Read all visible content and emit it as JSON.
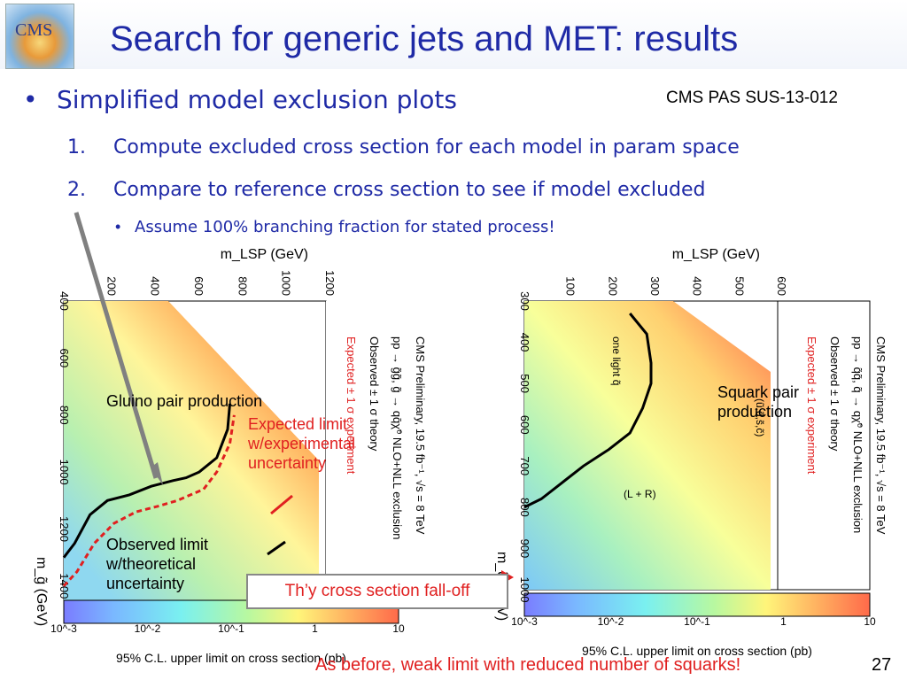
{
  "header": {
    "logo_text": "CMS",
    "title": "Search for generic jets and MET: results"
  },
  "reference": "CMS PAS SUS-13-012",
  "bullets": {
    "main": "Simplified model exclusion plots",
    "numbered": [
      {
        "num": "1.",
        "text": "Compute excluded cross section for each model in param space"
      },
      {
        "num": "2.",
        "text": "Compare to reference cross section to see if model excluded"
      }
    ],
    "sub": "Assume 100% branching fraction for stated process!"
  },
  "annotations": {
    "gluino": "Gluino pair production",
    "squark": "Squark pair production",
    "expected": "Expected limit w/experimental uncertainty",
    "observed": "Observed limit w/theoretical uncertainty",
    "falloff": "Th’y cross section fall-off",
    "weak": "As before, weak limit with reduced number of squarks!"
  },
  "page_number": "27",
  "colors": {
    "title": "#1f2aa6",
    "annotation_red": "#e02020",
    "expected_line": "#e02020",
    "observed_line": "#000000"
  },
  "chart_data": [
    {
      "type": "heatmap",
      "xlabel": "m_g̃ (GeV)",
      "ylabel": "m_LSP (GeV)",
      "xlim": [
        400,
        1450
      ],
      "ylim": [
        0,
        1200
      ],
      "x_ticks": [
        "400",
        "600",
        "800",
        "1000",
        "1200",
        "1400"
      ],
      "y_ticks": [
        "200",
        "400",
        "600",
        "800",
        "1000",
        "1200"
      ],
      "colorbar": {
        "label": "95% C.L. upper limit on cross section (pb)",
        "ticks": [
          "10^-3",
          "10^-2",
          "10^-1",
          "1",
          "10"
        ]
      },
      "legend": {
        "header": "CMS Preliminary, 19.5 fb⁻¹, √s = 8 TeV",
        "process": "pp → g̃g̃, g̃ → qq̄χ̃⁰ NLO+NLL exclusion",
        "observed": "Observed ± 1 σ theory",
        "expected": "Expected ± 1 σ experiment"
      },
      "series": [
        {
          "name": "observed",
          "x": [
            1300,
            1250,
            1150,
            1100,
            1080,
            1050,
            1030,
            1020,
            1000,
            950,
            850,
            760
          ],
          "y": [
            0,
            50,
            120,
            200,
            300,
            400,
            500,
            560,
            620,
            700,
            750,
            760
          ]
        },
        {
          "name": "expected",
          "x": [
            1400,
            1350,
            1250,
            1180,
            1140,
            1120,
            1100,
            1080,
            1060,
            1000,
            900,
            800
          ],
          "y": [
            0,
            60,
            140,
            230,
            330,
            430,
            520,
            580,
            640,
            700,
            760,
            780
          ]
        }
      ]
    },
    {
      "type": "heatmap",
      "xlabel": "m_q̃ (GeV)",
      "ylabel": "m_LSP (GeV)",
      "xlim": [
        300,
        1000
      ],
      "ylim": [
        0,
        600
      ],
      "x_ticks": [
        "300",
        "400",
        "500",
        "600",
        "700",
        "800",
        "900",
        "1000"
      ],
      "y_ticks": [
        "100",
        "200",
        "300",
        "400",
        "500",
        "600"
      ],
      "colorbar": {
        "label": "95% C.L. upper limit on cross section (pb)",
        "ticks": [
          "10^-3",
          "10^-2",
          "10^-1",
          "1",
          "10"
        ]
      },
      "legend": {
        "header": "CMS Preliminary, 19.5 fb⁻¹, √s = 8 TeV",
        "process": "pp → q̃q̃, q̃ → qχ̃⁰ NLO+NLL exclusion",
        "observed": "Observed ± 1 σ theory",
        "expected": "Expected ± 1 σ experiment"
      },
      "labels": [
        "one light q̃",
        "(L + R)",
        "(ũ,d̃,s̃,c̃)"
      ],
      "series": [
        {
          "name": "observed",
          "x": [
            800,
            780,
            740,
            700,
            660,
            620,
            560,
            500,
            450,
            380,
            330
          ],
          "y": [
            0,
            40,
            90,
            140,
            200,
            250,
            280,
            300,
            300,
            290,
            250
          ]
        }
      ]
    }
  ]
}
